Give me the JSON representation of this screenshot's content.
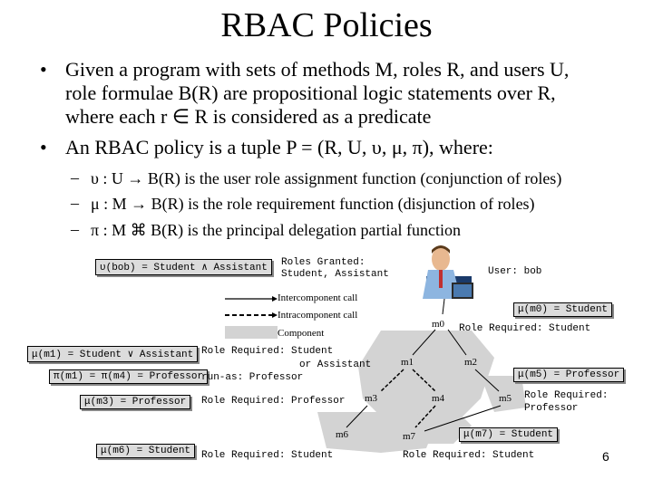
{
  "title": "RBAC Policies",
  "bullets": [
    "Given a program with sets of methods M, roles R, and users U, role formulae B(R) are propositional logic statements over R, where each r ∈ R is considered as a predicate",
    "An RBAC policy is a tuple P = (R, U, υ, μ, π), where:"
  ],
  "bullet1_lines": [
    "Given a program with sets of methods M, roles R, and users U,",
    "role formulae B(R) are propositional logic statements over R,",
    "where each r ∈ R is considered as a predicate"
  ],
  "sub_bullets": [
    "υ : U → B(R) is the user role assignment function (conjunction of roles)",
    "μ : M → B(R) is the role requirement function (disjunction of roles)",
    "π : M ⌘ B(R) is the principal delegation partial function"
  ],
  "diagram": {
    "user_assignment": "υ(bob) = Student ∧ Assistant",
    "roles_granted": [
      "Roles Granted:",
      "Student, Assistant"
    ],
    "user_label": "User: bob",
    "legend": [
      "Intercomponent call",
      "Intracomponent call",
      "Component"
    ],
    "nodes": {
      "m0": "m0",
      "m1": "m1",
      "m2": "m2",
      "m3": "m3",
      "m4": "m4",
      "m5": "m5",
      "m6": "m6",
      "m7": "m7"
    },
    "mu_m0": "μ(m0) = Student",
    "m0_required": "Role Required: Student",
    "mu_m1": "μ(m1) = Student ∨ Assistant",
    "pi_m1": "π(m1) = π(m4) = Professor",
    "m1_required": [
      "Role Required: Student",
      "or Assistant",
      "run-as: Professor"
    ],
    "mu_m5": "μ(m5) = Professor",
    "m5_required": [
      "Role Required:",
      "Professor"
    ],
    "mu_m3": "μ(m3) = Professor",
    "m3_required": "Role Required: Professor",
    "mu_m7": "μ(m7) = Student",
    "mu_m6": "μ(m6) = Student",
    "m6_required": "Role Required: Student",
    "m7_required": "Role Required: Student"
  },
  "page_number": "6"
}
